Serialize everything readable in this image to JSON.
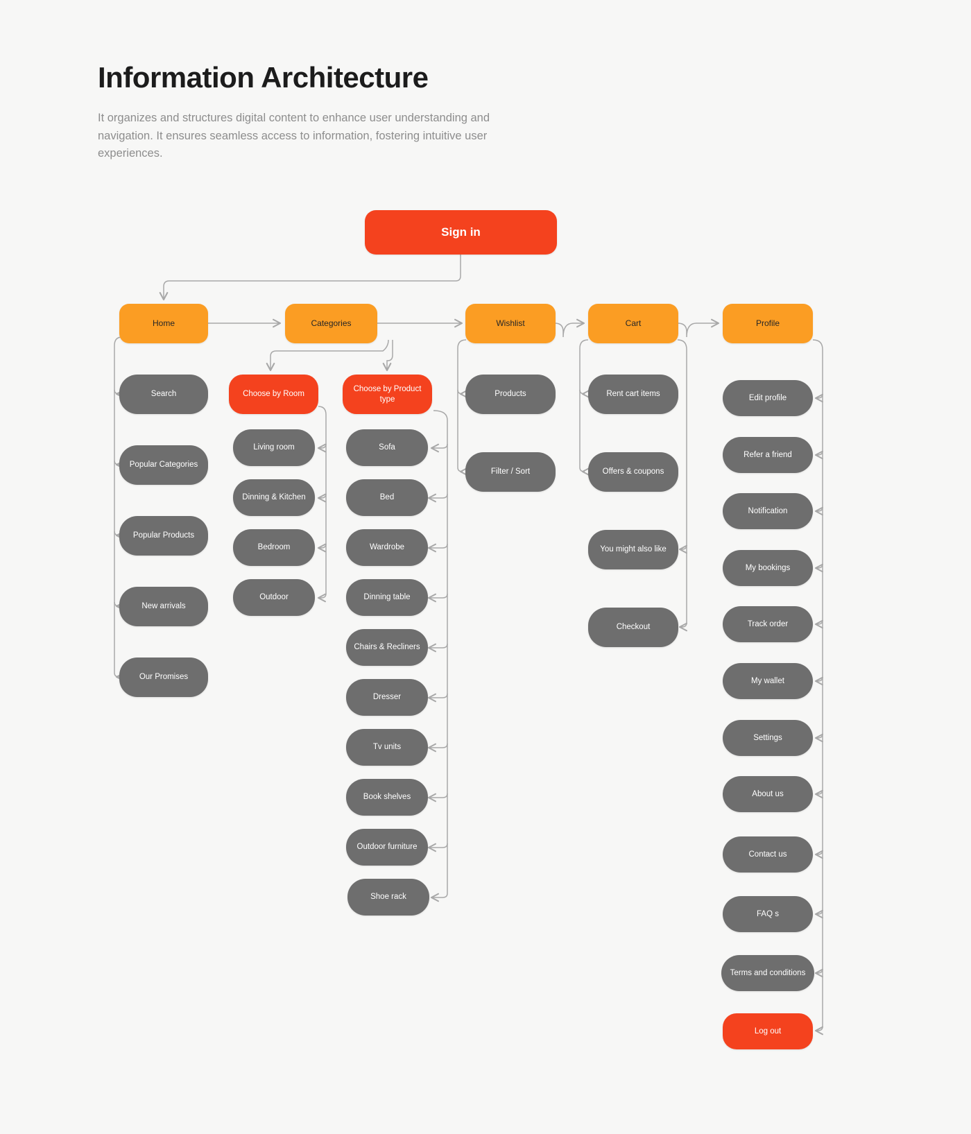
{
  "header": {
    "title": "Information Architecture",
    "subtitle": "It organizes and structures digital content to enhance user understanding and navigation. It ensures seamless access to information, fostering intuitive user experiences."
  },
  "colors": {
    "background": "#f7f7f6",
    "accent_red": "#f4421e",
    "level1_orange": "#fb9d23",
    "node_gray": "#6e6e6e",
    "connector": "#a8a8a8",
    "title_text": "#1c1c1c",
    "subtitle_text": "#8d8d8d"
  },
  "diagram": {
    "root": {
      "label": "Sign in"
    },
    "columns": [
      {
        "name": "home",
        "parent": "Home",
        "children": [
          "Search",
          "Popular Categories",
          "Popular Products",
          "New arrivals",
          "Our Promises"
        ]
      },
      {
        "name": "categories",
        "parent": "Categories",
        "branches": [
          {
            "name": "choose-by-room",
            "label": "Choose by Room",
            "children": [
              "Living room",
              "Dinning & Kitchen",
              "Bedroom",
              "Outdoor"
            ]
          },
          {
            "name": "choose-by-product-type",
            "label": "Choose by Product type",
            "children": [
              "Sofa",
              "Bed",
              "Wardrobe",
              "Dinning table",
              "Chairs & Recliners",
              "Dresser",
              "Tv units",
              "Book shelves",
              "Outdoor furniture",
              "Shoe rack"
            ]
          }
        ]
      },
      {
        "name": "wishlist",
        "parent": "Wishlist",
        "children": [
          "Products",
          "Filter / Sort"
        ]
      },
      {
        "name": "cart",
        "parent": "Cart",
        "children": [
          "Rent cart items",
          "Offers & coupons",
          "You might also like",
          "Checkout"
        ]
      },
      {
        "name": "profile",
        "parent": "Profile",
        "children": [
          "Edit profile",
          "Refer a friend",
          "Notification",
          "My bookings",
          "Track order",
          "My wallet",
          "Settings",
          "About us",
          "Contact us",
          "FAQ s",
          "Terms and conditions",
          "Log out"
        ]
      }
    ]
  }
}
